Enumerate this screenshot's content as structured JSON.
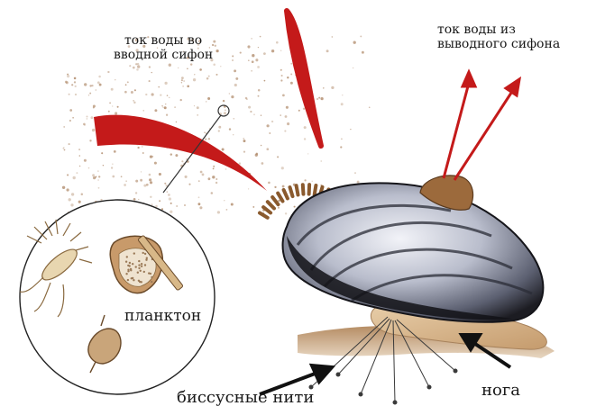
{
  "labels": {
    "inflow_line1": "ток воды во",
    "inflow_line2": "вводной сифон",
    "outflow_line1": "ток воды из",
    "outflow_line2": "выводного сифона",
    "plankton": "планктон",
    "byssus": "биссусные нити",
    "foot": "нога"
  },
  "colors": {
    "flow_arrow": "#c41a1a",
    "shell_dark": "#1e1e24",
    "shell_light": "#c9ccd9",
    "sediment": "#a07a55",
    "foot": "#d8b88f",
    "particles": "#b08a6a"
  },
  "icons": {
    "flow_arrows": "red-curved-arrow",
    "pointer_arrows": "black-arrow"
  }
}
